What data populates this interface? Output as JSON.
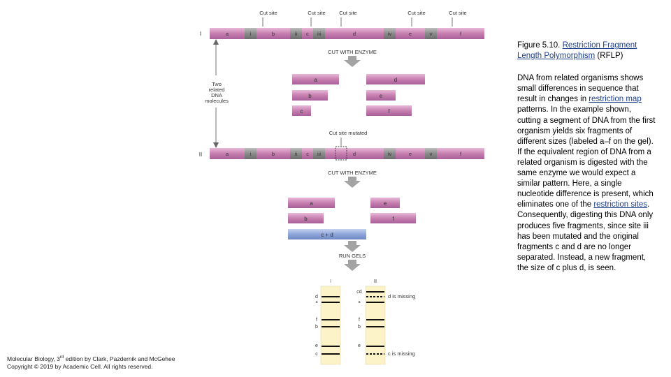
{
  "diagram": {
    "labels": {
      "cut_site": "Cut site",
      "cut_site_mutated": "Cut site mutated",
      "cut_with_enzyme": "CUT WITH ENZYME",
      "run_gels": "RUN GELS",
      "molecule_1": "I",
      "molecule_2": "II",
      "two_related": [
        "Two",
        "related",
        "DNA",
        "molecules"
      ],
      "d_missing": "d is missing",
      "c_missing": "c is missing"
    },
    "dna_segments": [
      "a",
      "i",
      "b",
      "ii",
      "c",
      "iii",
      "d",
      "iv",
      "e",
      "v",
      "f"
    ],
    "fragments_1": [
      "a",
      "b",
      "c",
      "d",
      "e",
      "f"
    ],
    "fragments_2": [
      "a",
      "b",
      "c + d",
      "e",
      "f"
    ],
    "gel": {
      "lane_1": {
        "header": "I",
        "bands": [
          "d",
          "a",
          "f",
          "b",
          "e",
          "c"
        ]
      },
      "lane_2": {
        "header": "II",
        "bands": [
          "cd",
          "a",
          "f",
          "b",
          "e"
        ]
      }
    },
    "colors": {
      "dna_pink": "#c77fb0",
      "site_gray": "#8a8a8a",
      "fused_blue": "#8fa6d9",
      "gel_yellow": "#fdf3c8",
      "arrow_gray": "#a3a3a3"
    }
  },
  "caption": {
    "figure_number": "Figure 5.10.",
    "title_link": "Restriction Fragment Length Polymorphism",
    "title_suffix": " (RFLP)",
    "body_1": "DNA from related organisms shows small differences in sequence that result in changes in ",
    "link_1": "restriction map",
    "body_2": " patterns. In the example shown, cutting a segment of DNA from the first organism yields six fragments of different sizes (labeled a–f on the gel). If the equivalent region of DNA from a related organism is digested with the same enzyme we would expect a similar pattern. Here, a single nucleotide difference is present, which eliminates one of the ",
    "link_2": "restriction sites",
    "body_3": ". Consequently, digesting this DNA only produces five fragments, since site iii has been mutated and the original fragments c and d are no longer separated. Instead, a new fragment, the size of c plus d, is seen."
  },
  "footer": {
    "line_1a": "Molecular Biology, 3",
    "line_1_sup": "rd",
    "line_1b": " edition by Clark, Pazdernik and McGehee",
    "line_2": "Copyright © 2019 by Academic Cell. All rights reserved."
  }
}
